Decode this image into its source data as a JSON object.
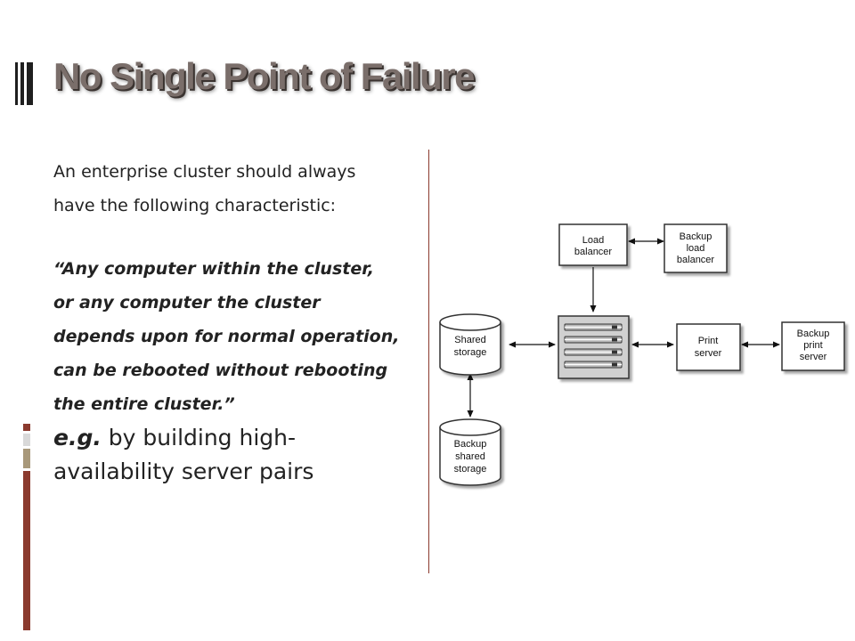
{
  "slide": {
    "title": "No Single Point of Failure",
    "intro_line1": "An enterprise cluster should always",
    "intro_line2": "have the following characteristic:",
    "quote_lines": [
      "“Any computer within the cluster,",
      "or any computer the cluster",
      "depends upon for normal operation,",
      "can be rebooted without rebooting",
      "the entire cluster.”"
    ],
    "example_prefix": "e.g.",
    "example_line1_rest": " by building high-",
    "example_line2": "availability server pairs"
  },
  "diagram": {
    "nodes": [
      {
        "id": "load-balancer",
        "lines": [
          "Load",
          "balancer"
        ]
      },
      {
        "id": "backup-load-balancer",
        "lines": [
          "Backup",
          "load",
          "balancer"
        ]
      },
      {
        "id": "shared-storage",
        "lines": [
          "Shared",
          "storage"
        ]
      },
      {
        "id": "backup-shared-storage",
        "lines": [
          "Backup",
          "shared",
          "storage"
        ]
      },
      {
        "id": "print-server",
        "lines": [
          "Print",
          "server"
        ]
      },
      {
        "id": "backup-print-server",
        "lines": [
          "Backup",
          "print",
          "server"
        ]
      }
    ]
  },
  "colors": {
    "accent_red": "#8b3a2e",
    "accent_tan": "#a8987a",
    "title_gray": "#7a6e6a"
  }
}
